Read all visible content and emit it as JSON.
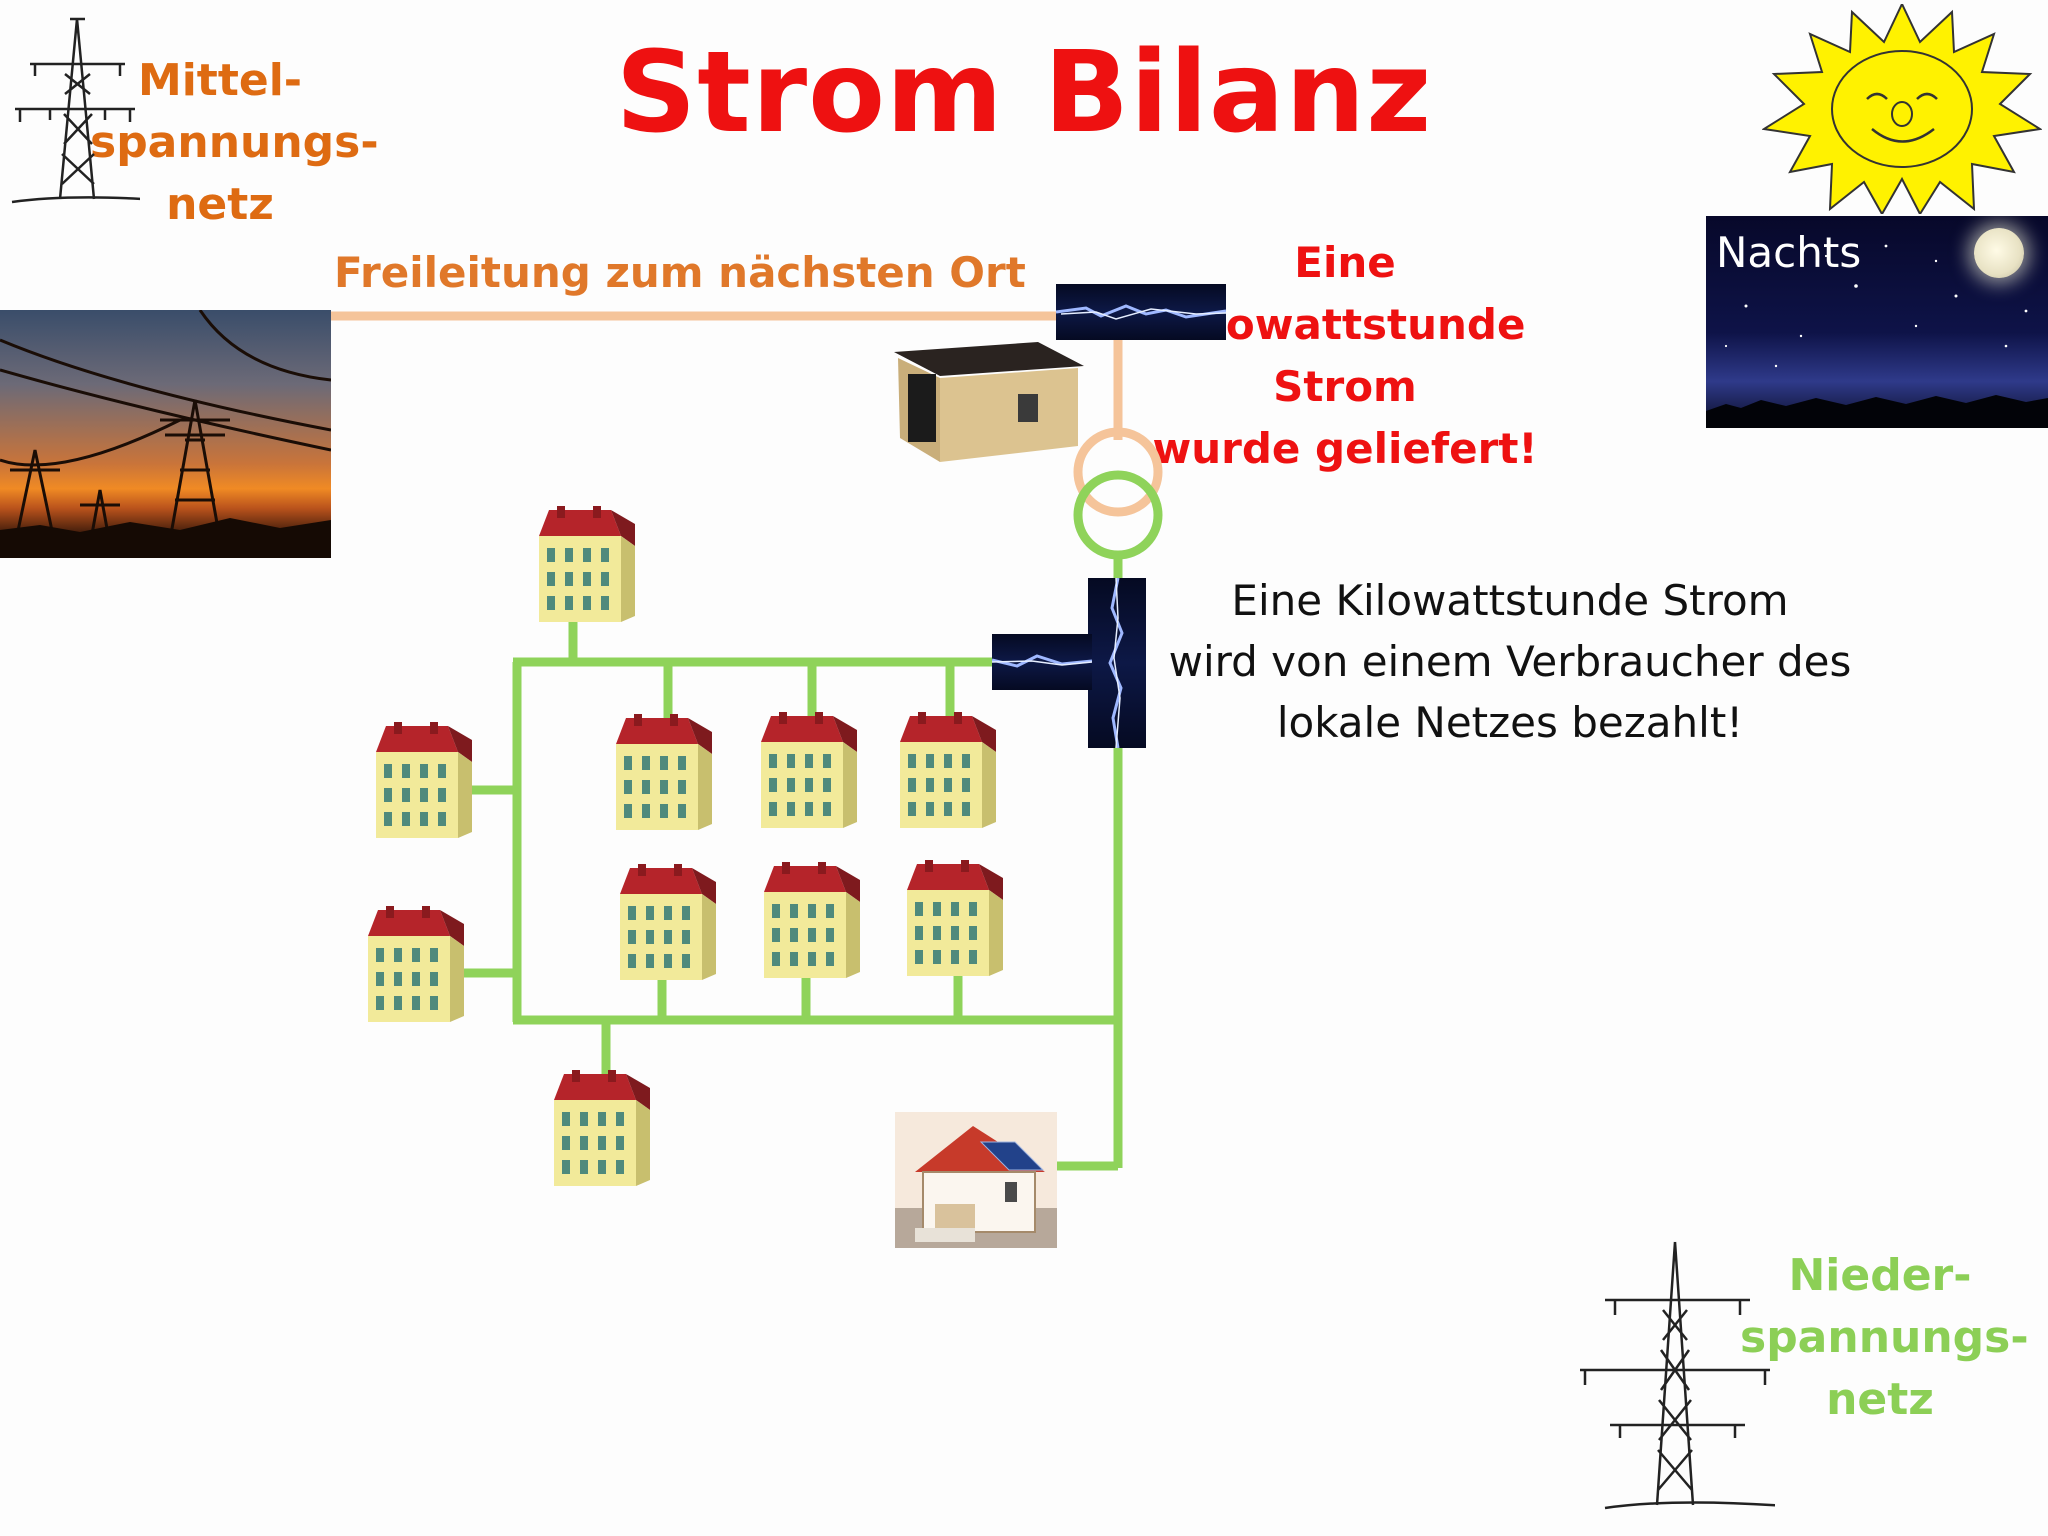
{
  "title": "Strom Bilanz",
  "mittelspannung_label": [
    "Mittel-",
    "spannungs-",
    "netz"
  ],
  "niederspannung_label": [
    "Nieder-",
    "spannungs-",
    "netz"
  ],
  "freileitung_label": "Freileitung zum nächsten Ort",
  "delivered_label": [
    "Eine Kilowattstunde",
    "Strom",
    "wurde geliefert!"
  ],
  "paid_label": [
    "Eine Kilowattstunde Strom",
    "wird von einem Verbraucher des",
    "lokale Netzes bezahlt!"
  ],
  "night_label": "Nachts",
  "colors": {
    "title": "#ee1111",
    "mittelspannung": "#de6b12",
    "niederspannung": "#8ccf56",
    "medium_voltage_line": "#f5c49a",
    "low_voltage_line": "#8fd35a"
  }
}
